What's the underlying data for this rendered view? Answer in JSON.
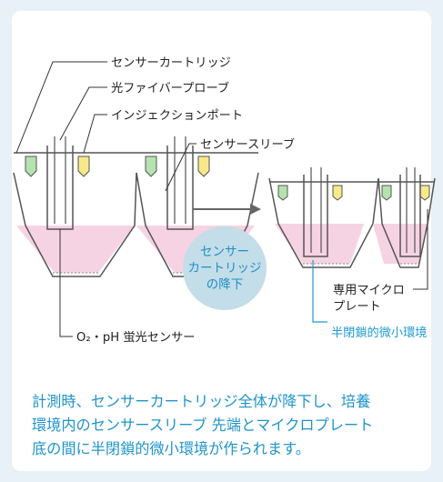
{
  "labels": {
    "sensor_cartridge": "センサーカートリッジ",
    "fiber_probe": "光ファイバープローブ",
    "injection_port": "インジェクションポート",
    "sensor_sleeve": "センサースリーブ",
    "o2_ph_sensor": "O₂・pH 蛍光センサー",
    "microplate_line1": "専用マイクロ",
    "microplate_line2": "プレート",
    "microenvironment": "半閉鎖的微小環境"
  },
  "circle": {
    "line1": "センサー",
    "line2": "カートリッジ",
    "line3": "の降下"
  },
  "caption": {
    "line1": "計測時、センサーカートリッジ全体が降下し、培養",
    "line2": "環境内のセンサースリーブ 先端とマイクロプレート",
    "line3": "底の間に半閉鎖的微小環境が作られます。"
  },
  "colors": {
    "panel_bg": "#e8f1f7",
    "accent_blue": "#1f9bd1",
    "circle_fill": "#c3dde9",
    "medium_pink": "#f6d3e2",
    "port_green": "#b5e2b0",
    "port_yellow": "#f7e98a"
  }
}
